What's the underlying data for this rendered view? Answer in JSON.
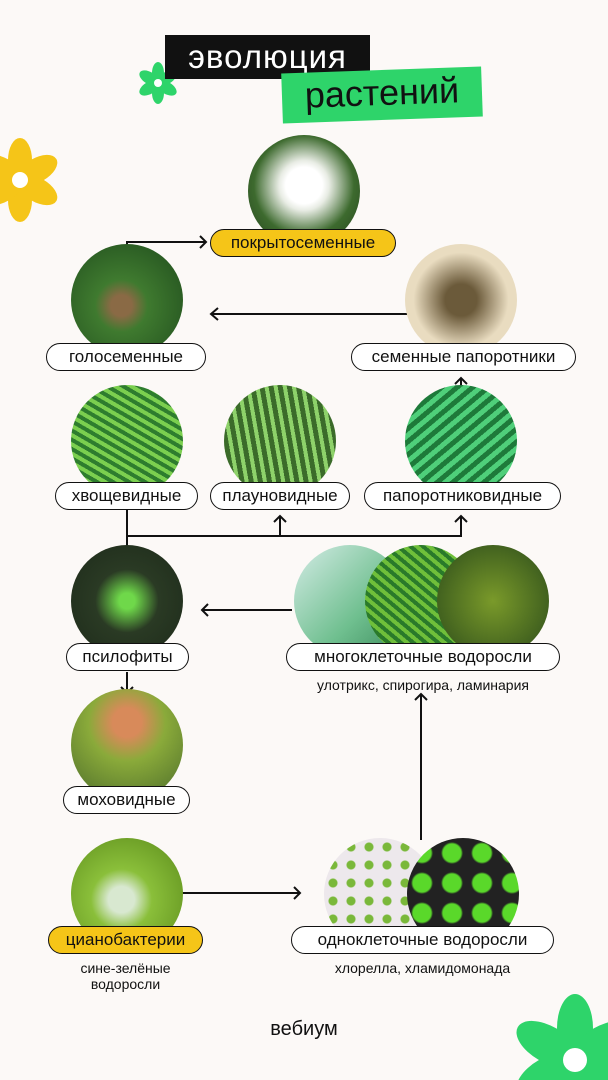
{
  "title": {
    "line1": "эволюция",
    "line2": "растений"
  },
  "nodes": {
    "angiosperms": "покрытосеменные",
    "gymnosperms": "голосеменные",
    "seed_ferns": "семенные папоротники",
    "horsetails": "хвощевидные",
    "lycophytes": "плауновидные",
    "ferns": "папоротниковидные",
    "psilophytes": "псилофиты",
    "multicellular_algae": "многоклеточные водоросли",
    "multicellular_algae_sub": "улотрикс, спирогира, ламинария",
    "mosses": "моховидные",
    "cyanobacteria": "цианобактерии",
    "cyanobacteria_sub1": "сине-зелёные",
    "cyanobacteria_sub2": "водоросли",
    "unicellular_algae": "одноклеточные водоросли",
    "unicellular_algae_sub": "хлорелла, хламидомонада"
  },
  "brand": "вебиум",
  "colors": {
    "green": "#2ed46a",
    "yellow": "#f5c518",
    "black": "#111111"
  }
}
